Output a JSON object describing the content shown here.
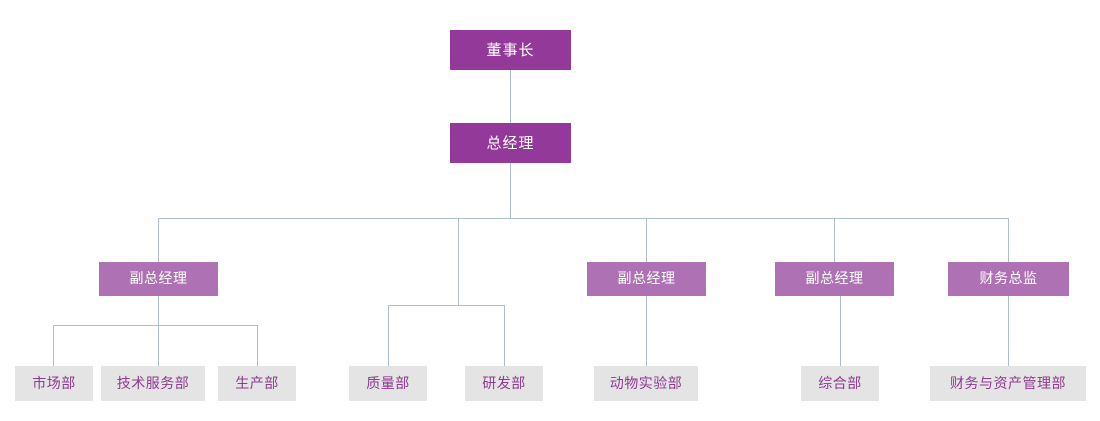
{
  "chart_data": {
    "type": "diagram",
    "diagram_type": "organization-chart",
    "title": "",
    "orientation": "top-down",
    "colors": {
      "level1_box": "#93399A",
      "level2_box": "#93399A",
      "level3_box": "#AE72B4",
      "leaf_box": "#E4E4E4",
      "leaf_text": "#8E3A8E",
      "box_text": "#FFFFFF",
      "connector": "#AEBFCB",
      "background": "#FFFFFF"
    },
    "levels": [
      {
        "level": 1,
        "nodes": [
          {
            "id": "n1",
            "label": "董事长"
          }
        ]
      },
      {
        "level": 2,
        "nodes": [
          {
            "id": "n2",
            "label": "总经理",
            "parent": "n1"
          }
        ]
      },
      {
        "level": 3,
        "nodes": [
          {
            "id": "n3",
            "label": "副总经理",
            "parent": "n2"
          },
          {
            "id": "n4",
            "label": "",
            "parent": "n2",
            "hidden": true
          },
          {
            "id": "n5",
            "label": "副总经理",
            "parent": "n2"
          },
          {
            "id": "n6",
            "label": "副总经理",
            "parent": "n2"
          },
          {
            "id": "n7",
            "label": "财务总监",
            "parent": "n2"
          }
        ]
      },
      {
        "level": 4,
        "nodes": [
          {
            "id": "d1",
            "label": "市场部",
            "parent": "n3"
          },
          {
            "id": "d2",
            "label": "技术服务部",
            "parent": "n3"
          },
          {
            "id": "d3",
            "label": "生产部",
            "parent": "n3"
          },
          {
            "id": "d4",
            "label": "质量部",
            "parent": "n4"
          },
          {
            "id": "d5",
            "label": "研发部",
            "parent": "n4"
          },
          {
            "id": "d6",
            "label": "动物实验部",
            "parent": "n5"
          },
          {
            "id": "d7",
            "label": "综合部",
            "parent": "n6"
          },
          {
            "id": "d8",
            "label": "财务与资产管理部",
            "parent": "n7"
          }
        ]
      }
    ],
    "edges": [
      {
        "from": "n1",
        "to": "n2"
      },
      {
        "from": "n2",
        "to": "n3"
      },
      {
        "from": "n2",
        "to": "n4"
      },
      {
        "from": "n2",
        "to": "n5"
      },
      {
        "from": "n2",
        "to": "n6"
      },
      {
        "from": "n2",
        "to": "n7"
      },
      {
        "from": "n3",
        "to": "d1"
      },
      {
        "from": "n3",
        "to": "d2"
      },
      {
        "from": "n3",
        "to": "d3"
      },
      {
        "from": "n4",
        "to": "d4"
      },
      {
        "from": "n4",
        "to": "d5"
      },
      {
        "from": "n5",
        "to": "d6"
      },
      {
        "from": "n6",
        "to": "d7"
      },
      {
        "from": "n7",
        "to": "d8"
      }
    ]
  },
  "nodes": {
    "chairman": "董事长",
    "general_manager": "总经理",
    "deputy_gm_1": "副总经理",
    "deputy_gm_2": "副总经理",
    "deputy_gm_3": "副总经理",
    "finance_director": "财务总监",
    "dept_marketing": "市场部",
    "dept_tech_service": "技术服务部",
    "dept_production": "生产部",
    "dept_quality": "质量部",
    "dept_rnd": "研发部",
    "dept_animal_lab": "动物实验部",
    "dept_general_affairs": "综合部",
    "dept_finance_asset": "财务与资产管理部"
  }
}
